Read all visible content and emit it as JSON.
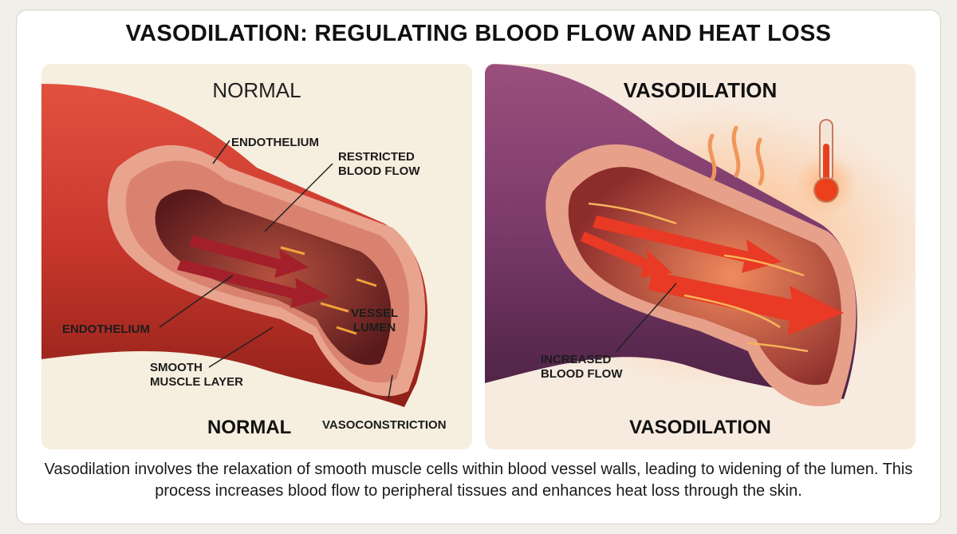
{
  "title": "VASODILATION: REGULATING BLOOD FLOW AND HEAT LOSS",
  "left_panel": {
    "heading": "NORMAL",
    "footer": "NORMAL",
    "labels": {
      "endothelium_top": "ENDOTHELIUM",
      "restricted_flow": "RESTRICTED\nBLOOD FLOW",
      "endothelium_left": "ENDOTHELIUM",
      "vessel_lumen": "VESSEL\nLUMEN",
      "smooth_muscle": "SMOOTH\nMUSCLE LAYER",
      "vasoconstriction": "VASOCONSTRICTION"
    }
  },
  "right_panel": {
    "heading": "VASODILATION",
    "footer": "VASODILATION",
    "labels": {
      "increased_flow": "INCREASED\nBLOOD FLOW"
    }
  },
  "caption": "Vasodilation involves the relaxation of smooth muscle cells within blood vessel walls, leading to widening of the lumen. This process increases blood flow to peripheral tissues and enhances heat loss through the skin.",
  "colors": {
    "vessel_red": "#c8372c",
    "vessel_purple": "#7a3a6a",
    "wall_pink": "#e49b86",
    "flow_arrow": "#e83a24",
    "heat_orange": "#f39a55"
  },
  "icons": [
    "heat-wave-icon",
    "thermometer-icon"
  ]
}
